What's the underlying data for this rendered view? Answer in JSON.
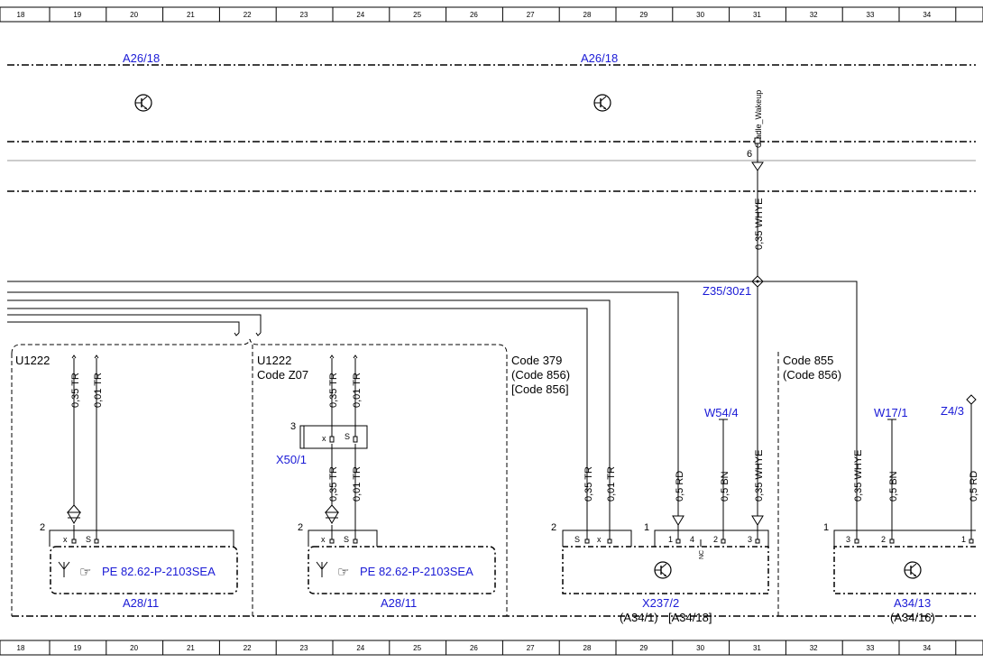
{
  "ruler": [
    "18",
    "19",
    "20",
    "21",
    "22",
    "23",
    "24",
    "25",
    "26",
    "27",
    "28",
    "29",
    "30",
    "31",
    "32",
    "33",
    "34"
  ],
  "components": {
    "a26_left": "A26/18",
    "a26_right": "A26/18",
    "z35": "Z35/30z1",
    "x50": "X50/1",
    "w54": "W54/4",
    "w17": "W17/1",
    "z4": "Z4/3",
    "a28_left": "A28/11",
    "a28_mid": "A28/11",
    "x237": "X237/2",
    "x237_sub1": "(A34/1)",
    "x237_sub2": "[A34/18]",
    "a34": "A34/13",
    "a34_sub": "(A34/16)",
    "pe_left": "PE 82.62-P-2103SEA",
    "pe_mid": "PE 82.62-P-2103SEA"
  },
  "codes": {
    "u1222_left": "U1222",
    "u1222_mid": "U1222",
    "code_z07": "Code Z07",
    "code_379": "Code 379",
    "code_379_a": "(Code 856)",
    "code_379_b": "[Code 856]",
    "code_855": "Code 855",
    "code_855_a": "(Code 856)"
  },
  "signal": "Cradle_Wakeup",
  "wires": {
    "whye_top": "0,35 WHYE",
    "w1": "0,35 TR",
    "w2": "0,01 TR",
    "w3": "0,35 TR",
    "w4": "0,01 TR",
    "w5": "0,35 TR",
    "w6": "0,01 TR",
    "w7": "0,35 TR",
    "w8": "0,01 TR",
    "w9": "0,5 RD",
    "w10": "0,5 BN",
    "w11": "0,35 WHYE",
    "w12": "0,35 WHYE",
    "w13": "0,5 BN",
    "w14": "0,5 RD"
  },
  "pins": {
    "p6": "6",
    "p2a": "2",
    "xa": "x",
    "sa": "S",
    "p3": "3",
    "xb": "x",
    "sb": "S",
    "p2b": "2",
    "xc": "x",
    "sc": "S",
    "p2c": "2",
    "sd": "S",
    "xd": "x",
    "p1a": "1",
    "pa1": "1",
    "pa4": "4",
    "pa2": "2",
    "pa3": "3",
    "nc": "NC",
    "p1b": "1",
    "pb3": "3",
    "pb2": "2",
    "pb1": "1"
  },
  "colors": {
    "line": "#000000",
    "label_blue": "#1a1ad6",
    "gray": "#888888"
  }
}
